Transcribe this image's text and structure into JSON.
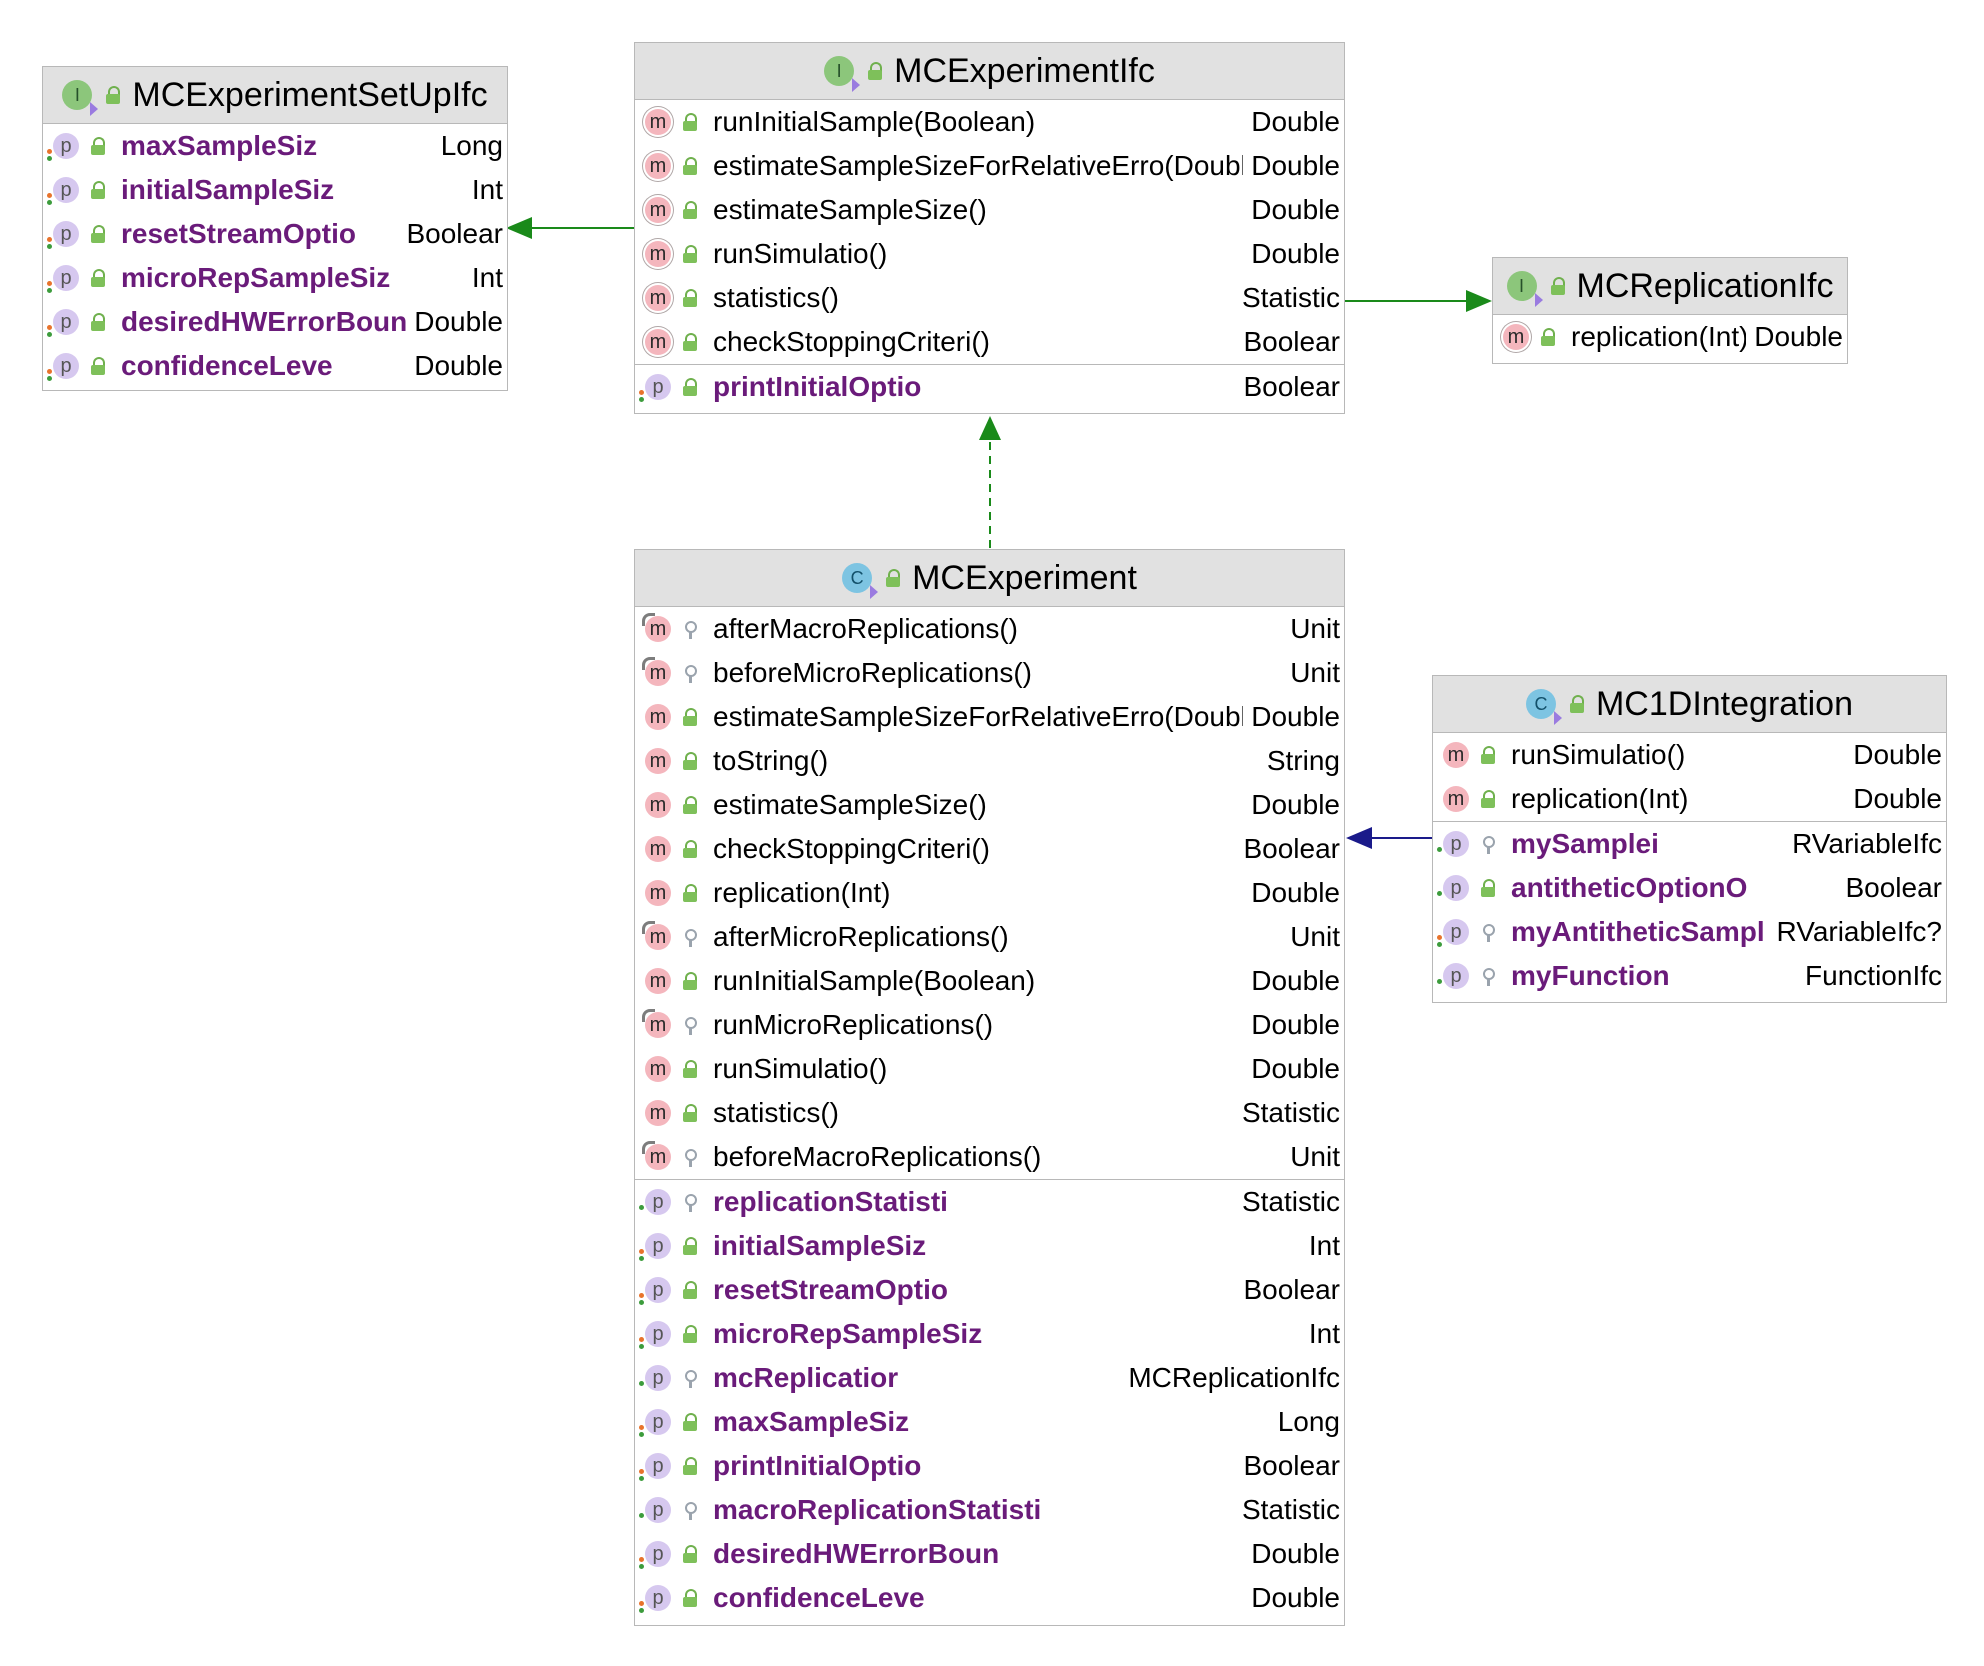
{
  "colors": {
    "header_bg": "#e1e1e1",
    "property_text": "#6a1b7a",
    "method_badge": "#f4b6bd",
    "property_badge": "#d6c8ef",
    "interface_icon": "#8cc67b",
    "class_icon": "#7dc4e2",
    "realization_arrow": "#1a8a1a",
    "association_arrow": "#1a1a8a"
  },
  "boxes": {
    "setup": {
      "title": "MCExperimentSetUpIfc",
      "icon": "interface-icon",
      "rows": [
        {
          "kind": "p",
          "vis": "pub",
          "dots": "og",
          "name": "maxSampleSiz",
          "type": "Long"
        },
        {
          "kind": "p",
          "vis": "pub",
          "dots": "og",
          "name": "initialSampleSiz",
          "type": "Int"
        },
        {
          "kind": "p",
          "vis": "pub",
          "dots": "og",
          "name": "resetStreamOptio",
          "type": "Boolear"
        },
        {
          "kind": "p",
          "vis": "pub",
          "dots": "og",
          "name": "microRepSampleSiz",
          "type": "Int"
        },
        {
          "kind": "p",
          "vis": "pub",
          "dots": "og",
          "name": "desiredHWErrorBoun",
          "type": "Double"
        },
        {
          "kind": "p",
          "vis": "pub",
          "dots": "og",
          "name": "confidenceLeve",
          "type": "Double"
        }
      ]
    },
    "ifc": {
      "title": "MCExperimentIfc",
      "icon": "interface-icon",
      "rows": [
        {
          "kind": "mi",
          "vis": "pub",
          "name": "runInitialSample",
          "args": "(Boolean)",
          "type": "Double"
        },
        {
          "kind": "mi",
          "vis": "pub",
          "name": "estimateSampleSizeForRelativeErro",
          "args": "(Double)",
          "type": "Double"
        },
        {
          "kind": "mi",
          "vis": "pub",
          "name": "estimateSampleSize",
          "args": "()",
          "type": "Double"
        },
        {
          "kind": "mi",
          "vis": "pub",
          "name": "runSimulatio",
          "args": "()",
          "type": "Double"
        },
        {
          "kind": "mi",
          "vis": "pub",
          "name": "statistics",
          "args": "()",
          "type": "Statistic"
        },
        {
          "kind": "mi",
          "vis": "pub",
          "name": "checkStoppingCriteri",
          "args": "()",
          "type": "Boolear"
        },
        {
          "kind": "p",
          "vis": "pub",
          "dots": "og",
          "name": "printInitialOptio",
          "type": "Boolear",
          "sep": true
        }
      ]
    },
    "rep": {
      "title": "MCReplicationIfc",
      "icon": "interface-icon",
      "rows": [
        {
          "kind": "mi",
          "vis": "pub",
          "name": "replication",
          "args": "(Int)",
          "type": "Double"
        }
      ]
    },
    "exp": {
      "title": "MCExperiment",
      "icon": "class-icon",
      "rows": [
        {
          "kind": "m",
          "ab": true,
          "vis": "prot",
          "name": "afterMacroReplications",
          "args": "()",
          "type": "Unit"
        },
        {
          "kind": "m",
          "ab": true,
          "vis": "prot",
          "name": "beforeMicroReplications",
          "args": "()",
          "type": "Unit"
        },
        {
          "kind": "m",
          "vis": "pub",
          "name": "estimateSampleSizeForRelativeErro",
          "args": "(Double)",
          "type": "Double"
        },
        {
          "kind": "m",
          "vis": "pub",
          "name": "toString",
          "args": "()",
          "type": "String"
        },
        {
          "kind": "m",
          "vis": "pub",
          "name": "estimateSampleSize",
          "args": "()",
          "type": "Double"
        },
        {
          "kind": "m",
          "vis": "pub",
          "name": "checkStoppingCriteri",
          "args": "()",
          "type": "Boolear"
        },
        {
          "kind": "m",
          "vis": "pub",
          "name": "replication",
          "args": "(Int)",
          "type": "Double"
        },
        {
          "kind": "m",
          "ab": true,
          "vis": "prot",
          "name": "afterMicroReplications",
          "args": "()",
          "type": "Unit"
        },
        {
          "kind": "m",
          "vis": "pub",
          "name": "runInitialSample",
          "args": "(Boolean)",
          "type": "Double"
        },
        {
          "kind": "m",
          "ab": true,
          "vis": "prot",
          "name": "runMicroReplications",
          "args": "()",
          "type": "Double"
        },
        {
          "kind": "m",
          "vis": "pub",
          "name": "runSimulatio",
          "args": "()",
          "type": "Double"
        },
        {
          "kind": "m",
          "vis": "pub",
          "name": "statistics",
          "args": "()",
          "type": "Statistic"
        },
        {
          "kind": "m",
          "ab": true,
          "vis": "prot",
          "name": "beforeMacroReplications",
          "args": "()",
          "type": "Unit"
        },
        {
          "kind": "p",
          "vis": "prot",
          "dots": "g",
          "name": "replicationStatisti",
          "type": "Statistic",
          "sep": true
        },
        {
          "kind": "p",
          "vis": "pub",
          "dots": "og",
          "name": "initialSampleSiz",
          "type": "Int"
        },
        {
          "kind": "p",
          "vis": "pub",
          "dots": "og",
          "name": "resetStreamOptio",
          "type": "Boolear"
        },
        {
          "kind": "p",
          "vis": "pub",
          "dots": "og",
          "name": "microRepSampleSiz",
          "type": "Int"
        },
        {
          "kind": "p",
          "vis": "prot",
          "dots": "g",
          "name": "mcReplicatior",
          "type": "MCReplicationIfc"
        },
        {
          "kind": "p",
          "vis": "pub",
          "dots": "og",
          "name": "maxSampleSiz",
          "type": "Long"
        },
        {
          "kind": "p",
          "vis": "pub",
          "dots": "og",
          "name": "printInitialOptio",
          "type": "Boolear"
        },
        {
          "kind": "p",
          "vis": "prot",
          "dots": "g",
          "name": "macroReplicationStatisti",
          "type": "Statistic"
        },
        {
          "kind": "p",
          "vis": "pub",
          "dots": "og",
          "name": "desiredHWErrorBoun",
          "type": "Double"
        },
        {
          "kind": "p",
          "vis": "pub",
          "dots": "og",
          "name": "confidenceLeve",
          "type": "Double"
        }
      ]
    },
    "integ": {
      "title": "MC1DIntegration",
      "icon": "class-icon",
      "rows": [
        {
          "kind": "m",
          "vis": "pub",
          "name": "runSimulatio",
          "args": "()",
          "type": "Double"
        },
        {
          "kind": "m",
          "vis": "pub",
          "name": "replication",
          "args": "(Int)",
          "type": "Double"
        },
        {
          "kind": "p",
          "vis": "prot",
          "dots": "g",
          "name": "mySamplei",
          "type": "RVariableIfc",
          "sep": true
        },
        {
          "kind": "p",
          "vis": "pub",
          "dots": "g",
          "name": "antitheticOptionO",
          "type": "Boolear"
        },
        {
          "kind": "p",
          "vis": "prot",
          "dots": "og",
          "name": "myAntitheticSampl",
          "type": "RVariableIfc?"
        },
        {
          "kind": "p",
          "vis": "prot",
          "dots": "g",
          "name": "myFunction",
          "type": "FunctionIfc"
        }
      ]
    }
  }
}
